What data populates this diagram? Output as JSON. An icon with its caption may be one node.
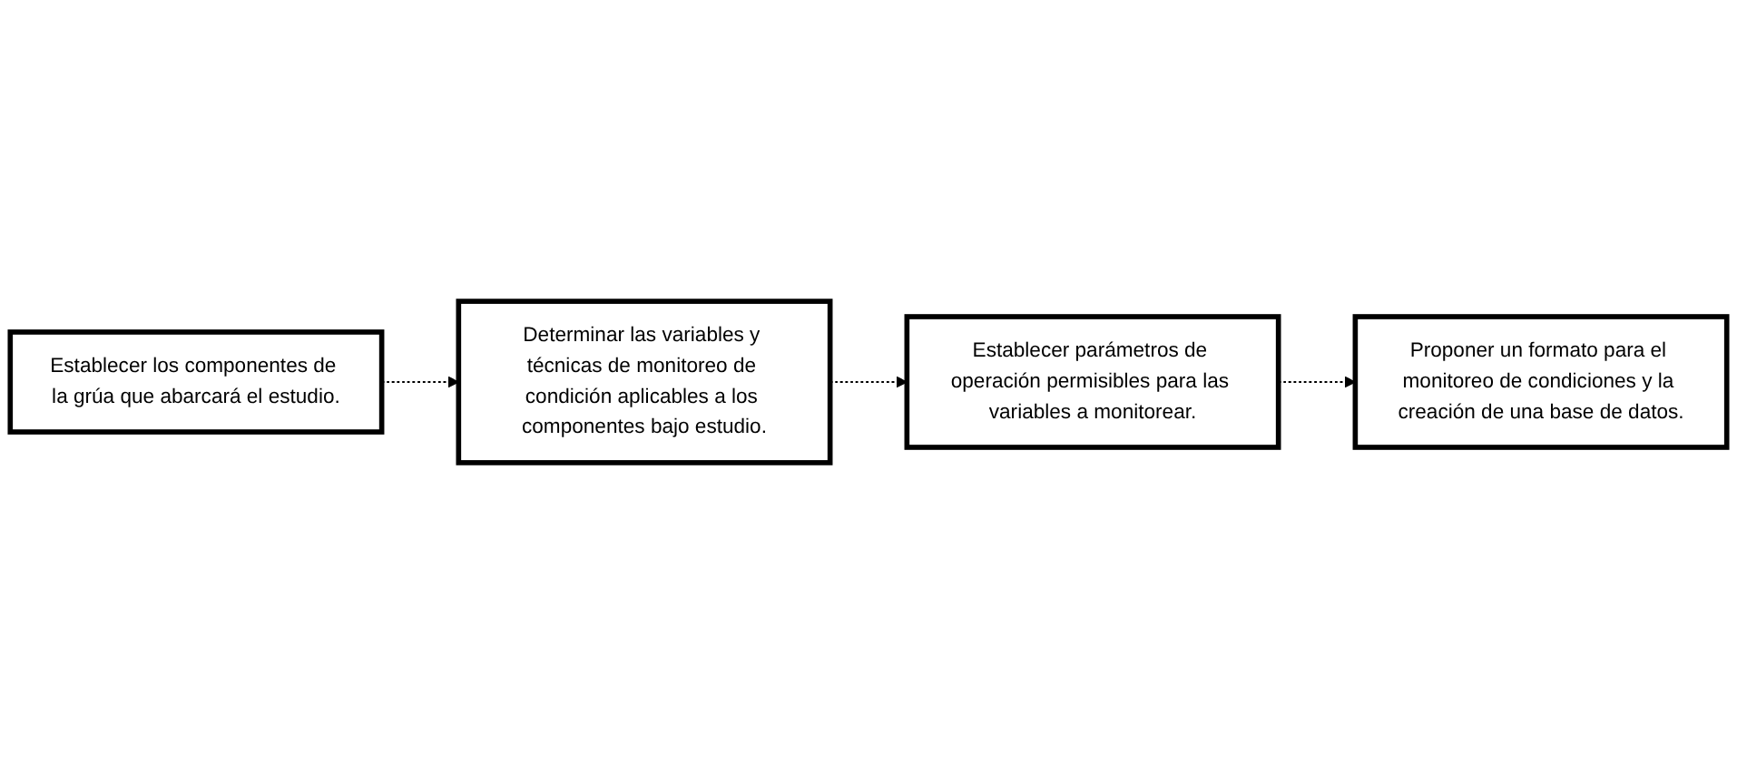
{
  "diagram": {
    "nodes": [
      {
        "text": [
          "Establecer los componentes de la grúa que abarcará el estudio."
        ]
      },
      {
        "text": [
          "Determinar las variables y técnicas de monitoreo de condición aplicables a los componentes bajo estudio."
        ]
      },
      {
        "text": [
          "Establecer parámetros de operación permisibles para las variables a monitorear."
        ]
      },
      {
        "text": [
          "Proponer un formato para el monitoreo de condiciones y la creación de una base de datos."
        ]
      }
    ],
    "edges": [
      {
        "from": 0,
        "to": 1,
        "arrow": "to",
        "style": "dashed"
      },
      {
        "from": 1,
        "to": 2,
        "arrow": "to",
        "style": "dashed"
      },
      {
        "from": 2,
        "to": 3,
        "arrow": "to",
        "style": "dashed"
      }
    ]
  }
}
